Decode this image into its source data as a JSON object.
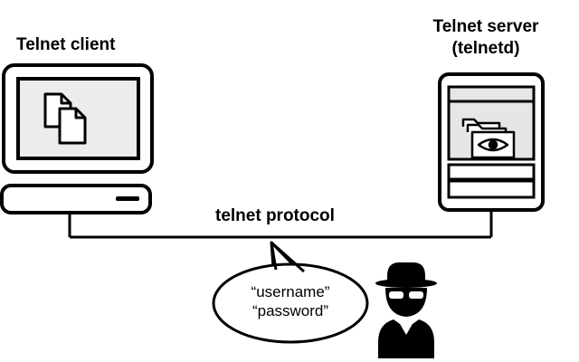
{
  "client": {
    "title": "Telnet client"
  },
  "server": {
    "title_line1": "Telnet server",
    "title_line2": "(telnetd)"
  },
  "protocol": {
    "label": "telnet protocol"
  },
  "bubble": {
    "line1": "“username”",
    "line2": "“password”"
  },
  "icons": {
    "client_computer": "desktop-computer-icon",
    "documents": "documents-icon",
    "server": "server-tower-icon",
    "folder_eye": "folder-eye-icon",
    "attacker": "hacker-spy-icon",
    "speech_bubble": "speech-bubble-icon"
  },
  "colors": {
    "stroke": "#000000",
    "background": "#ffffff",
    "screen_fill": "#ececec",
    "server_panel_fill": "#e6e6e6"
  }
}
